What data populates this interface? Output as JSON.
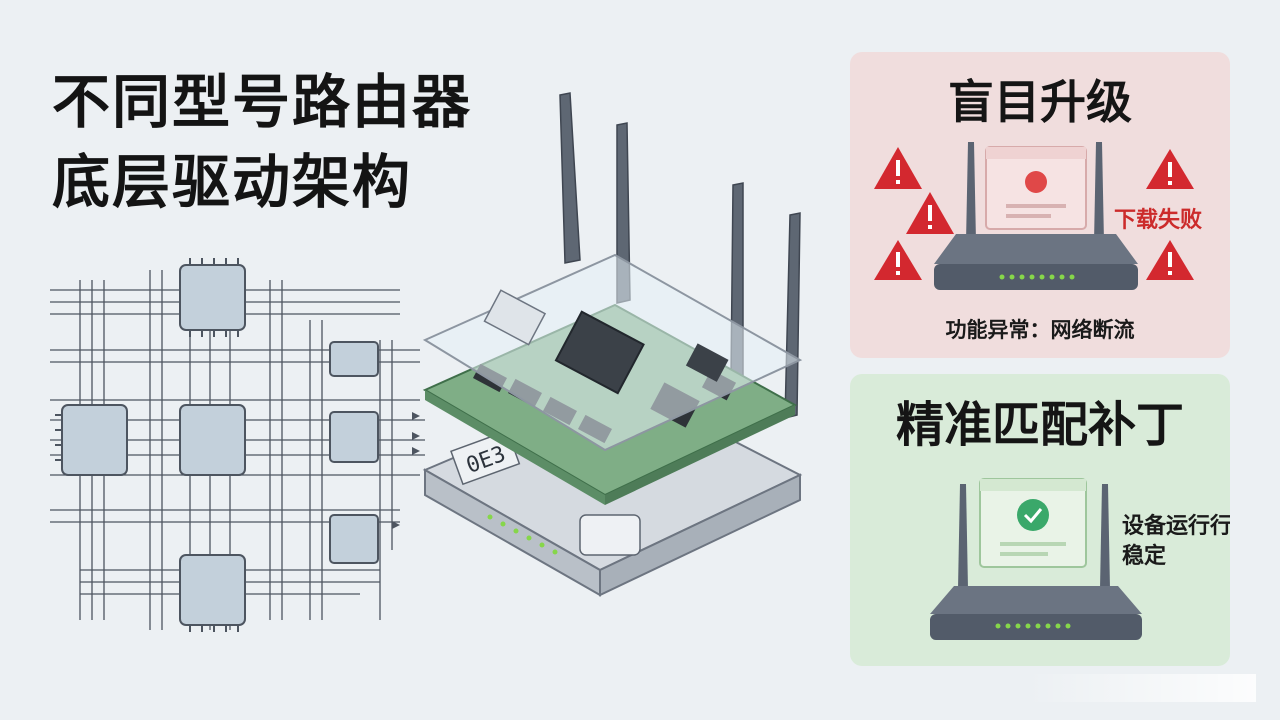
{
  "title": {
    "line1": "不同型号路由器",
    "line2": "底层驱动架构"
  },
  "panel_bad": {
    "title": "盲目升级",
    "fail_label": "下载失败",
    "anomaly_label": "功能异常：网络断流"
  },
  "panel_good": {
    "title": "精准匹配补丁",
    "stable_label": "设备运行行稳定"
  },
  "chip_label": "0E3",
  "colors": {
    "background": "#ecf0f3",
    "bad_panel": "#f0dddd",
    "good_panel": "#d9ebd9",
    "warning_red": "#d3282f",
    "fail_text": "#cc2b2b",
    "pcb_green": "#7fae86",
    "router_body": "#5b6472",
    "status_led": "#86d64a",
    "check_green": "#3aa86a"
  },
  "icons": [
    "warning-icon",
    "alert-sound-icon",
    "check-icon",
    "router-icon"
  ]
}
